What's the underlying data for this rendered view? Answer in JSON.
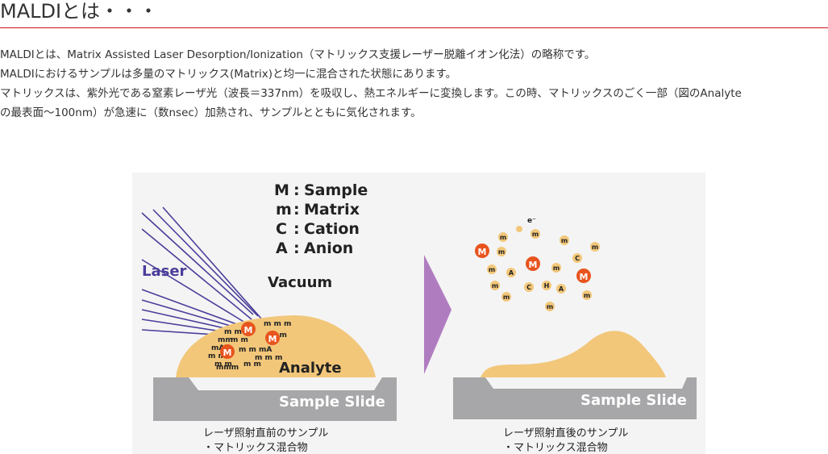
{
  "heading": "MALDIとは・・・",
  "paragraph": {
    "line1": "MALDIとは、Matrix Assisted Laser Desorption/Ionization（マトリックス支援レーザー脱離イオン化法）の略称です。",
    "line2": "MALDIにおけるサンプルは多量のマトリックス(Matrix)と均一に混合された状態にあります。",
    "line3": "マトリックスは、紫外光である窒素レーザ光（波長＝337nm）を吸収し、熱エネルギーに変換します。この時、マトリックスのごく一部（図のAnalyte",
    "line4": "の最表面～100nm）が急速に（数nsec）加熱され、サンプルとともに気化されます。"
  },
  "figure": {
    "legend": [
      {
        "key": "M",
        "sep": ":",
        "label": "Sample"
      },
      {
        "key": "m",
        "sep": ":",
        "label": "Matrix"
      },
      {
        "key": "C",
        "sep": ":",
        "label": "Cation"
      },
      {
        "key": "A",
        "sep": ":",
        "label": "Anion"
      }
    ],
    "laser_label": "Laser",
    "vacuum_label": "Vacuum",
    "analyte_label": "Analyte",
    "slide_left_label": "Sample Slide",
    "slide_right_label": "Sample Slide",
    "caption_left": [
      "レーザ照射直前のサンプル",
      "・マトリックス混合物"
    ],
    "caption_right": [
      "レーザ照射直後のサンプル",
      "・マトリックス混合物"
    ],
    "colors": {
      "analyte": "#f2c77a",
      "slide": "#a7a7a9",
      "laser": "#4a3e9a",
      "arrow": "#b07cc0",
      "sample_ion": "#e8541e",
      "accent_rule": "#c9161d"
    }
  }
}
